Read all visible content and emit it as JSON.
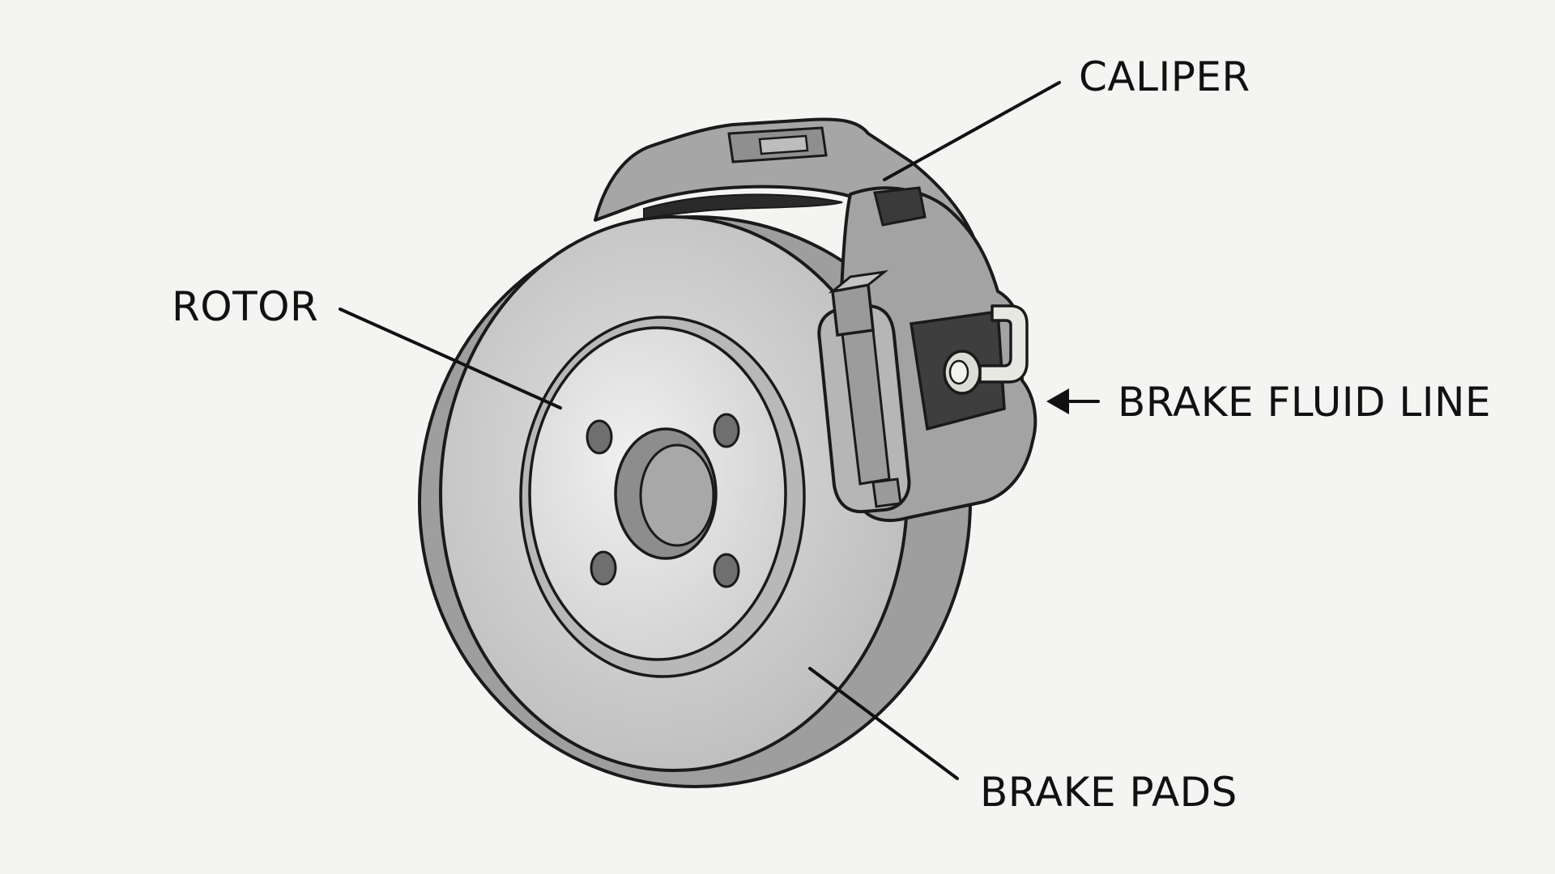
{
  "labels": {
    "caliper": "CALIPER",
    "rotor": "ROTOR",
    "fluid_line": "BRAKE FLUID LINE",
    "brake_pads": "BRAKE PADS"
  },
  "colors": {
    "background": "#f4f4f2",
    "outline": "#1a1a1a",
    "rotor_face": "#c9c9c9",
    "rotor_edge": "#9a9a9a",
    "hub_face": "#dcdcdc",
    "caliper_body": "#a9a9a9",
    "caliper_dark": "#4a4a4a",
    "pad": "#b4b4b4",
    "fitting": "#e6e6e2"
  },
  "icons": [
    "arrow-left-icon"
  ]
}
